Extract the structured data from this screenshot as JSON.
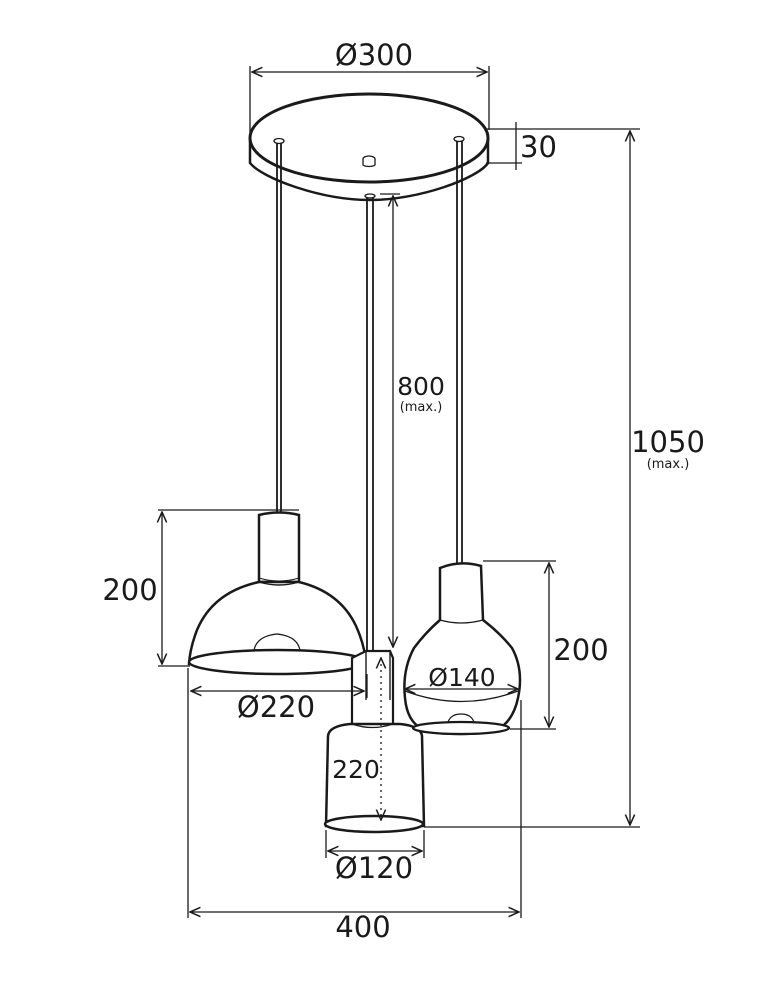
{
  "dimensions": {
    "canopy_diameter": "Ø300",
    "canopy_height": "30",
    "total_height": "1050",
    "total_height_note": "(max.)",
    "cable_length": "800",
    "cable_length_note": "(max.)",
    "dome_height": "200",
    "dome_diameter": "Ø220",
    "cylinder_height": "220",
    "cylinder_diameter": "Ø120",
    "globe_height": "200",
    "globe_diameter": "Ø140",
    "total_width": "400"
  },
  "colors": {
    "stroke": "#1a1a1a",
    "background": "#ffffff"
  }
}
